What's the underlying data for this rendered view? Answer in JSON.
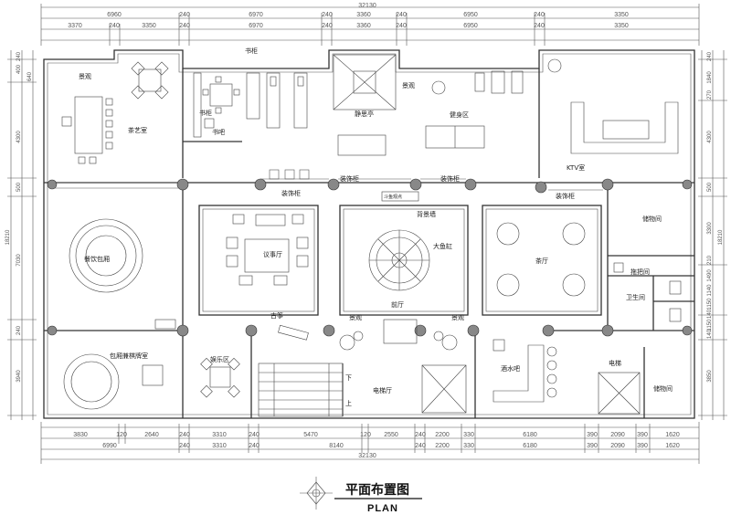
{
  "title": "平面布置图",
  "subtitle": "PLAN",
  "dimensions": {
    "top_total": "32130",
    "top_row1": [
      "6960",
      "240",
      "6970",
      "240",
      "3360",
      "240",
      "6950",
      "240",
      "3350"
    ],
    "top_row2": [
      "3370",
      "240",
      "3350",
      "240",
      "6970",
      "240",
      "3360",
      "240",
      "6950",
      "240",
      "3350"
    ],
    "bottom_row1": [
      "3830",
      "120",
      "2640",
      "240",
      "3310",
      "240",
      "5470",
      "120",
      "2550",
      "240",
      "2200",
      "330",
      "6180",
      "390",
      "2090",
      "390",
      "1620"
    ],
    "bottom_row2": [
      "6990",
      "240",
      "3310",
      "240",
      "8140",
      "240",
      "2200",
      "330",
      "6180",
      "390",
      "2090",
      "390",
      "1620"
    ],
    "bottom_total": "32130",
    "left": [
      "240",
      "400",
      "640",
      "4300",
      "500",
      "7030",
      "18210",
      "240",
      "3940"
    ],
    "right": [
      "240",
      "1840",
      "270",
      "4300",
      "500",
      "3300",
      "210",
      "1490",
      "18210",
      "1140",
      "1150",
      "140",
      "1150",
      "140",
      "3850"
    ]
  },
  "rooms": {
    "jingguan_tl": "景观",
    "chayi": "茶艺室",
    "shugui1": "书柜",
    "shugui2": "书柜",
    "shuba": "书吧",
    "jingsiting": "静思亭",
    "jingguan_tc": "景观",
    "jianshen": "健身区",
    "ktv": "KTV室",
    "zhuangshi1": "装饰柜",
    "zhuangshi2": "装饰柜",
    "zhuangshi3": "装饰柜",
    "zhuangshi4": "装饰柜",
    "beijingqiang": "背景墙",
    "daogang": "大鱼缸",
    "yishi": "议事厅",
    "canyin": "餐饮包厢",
    "chating": "茶厅",
    "chuwu1": "储物间",
    "tuobajian": "拖把间",
    "weisheng": "卫生间",
    "guzheng": "古筝",
    "jingguan_b1": "景观",
    "jingguan_b2": "景观",
    "qianting": "前厅",
    "baoxiang": "包厢兼棋牌室",
    "yule": "娱乐区",
    "xia": "下",
    "shang": "上",
    "dianti": "电梯厅",
    "jiushui": "酒水吧",
    "dianti2": "电梯",
    "chuwu2": "储物间",
    "sign": "斗鱼观点"
  }
}
